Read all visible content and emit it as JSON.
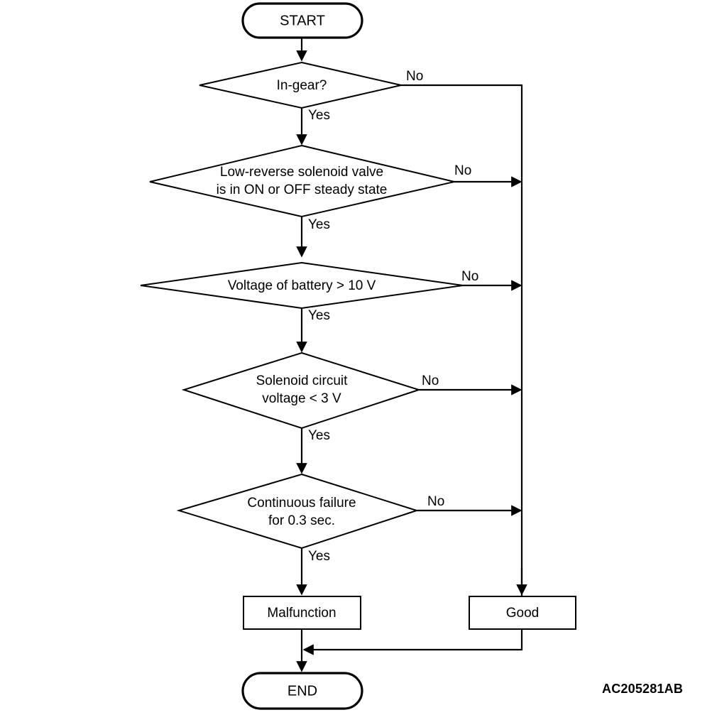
{
  "diagram": {
    "type": "flowchart",
    "figure_code": "AC205281AB",
    "nodes": {
      "start": {
        "label": "START",
        "shape": "terminator"
      },
      "d1": {
        "label": "In-gear?",
        "shape": "decision"
      },
      "d2_line1": "Low-reverse solenoid valve",
      "d2_line2": "is in ON or OFF steady state",
      "d3": {
        "label": "Voltage of battery > 10 V",
        "shape": "decision"
      },
      "d4_line1": "Solenoid circuit",
      "d4_line2": "voltage < 3 V",
      "d5_line1": "Continuous failure",
      "d5_line2": "for 0.3 sec.",
      "malfunction": {
        "label": "Malfunction",
        "shape": "process"
      },
      "good": {
        "label": "Good",
        "shape": "process"
      },
      "end": {
        "label": "END",
        "shape": "terminator"
      }
    },
    "branch_labels": {
      "yes": "Yes",
      "no": "No"
    },
    "edges": [
      {
        "from": "start",
        "to": "d1",
        "label": ""
      },
      {
        "from": "d1",
        "to": "d2",
        "label": "Yes"
      },
      {
        "from": "d1",
        "to": "good-bus",
        "label": "No"
      },
      {
        "from": "d2",
        "to": "d3",
        "label": "Yes"
      },
      {
        "from": "d2",
        "to": "good-bus",
        "label": "No"
      },
      {
        "from": "d3",
        "to": "d4",
        "label": "Yes"
      },
      {
        "from": "d3",
        "to": "good-bus",
        "label": "No"
      },
      {
        "from": "d4",
        "to": "d5",
        "label": "Yes"
      },
      {
        "from": "d4",
        "to": "good-bus",
        "label": "No"
      },
      {
        "from": "d5",
        "to": "malfunction",
        "label": "Yes"
      },
      {
        "from": "d5",
        "to": "good-bus",
        "label": "No"
      },
      {
        "from": "malfunction",
        "to": "end",
        "label": ""
      },
      {
        "from": "good",
        "to": "end",
        "label": ""
      }
    ],
    "colors": {
      "stroke": "#000000",
      "fill": "#ffffff",
      "text": "#000000"
    }
  }
}
